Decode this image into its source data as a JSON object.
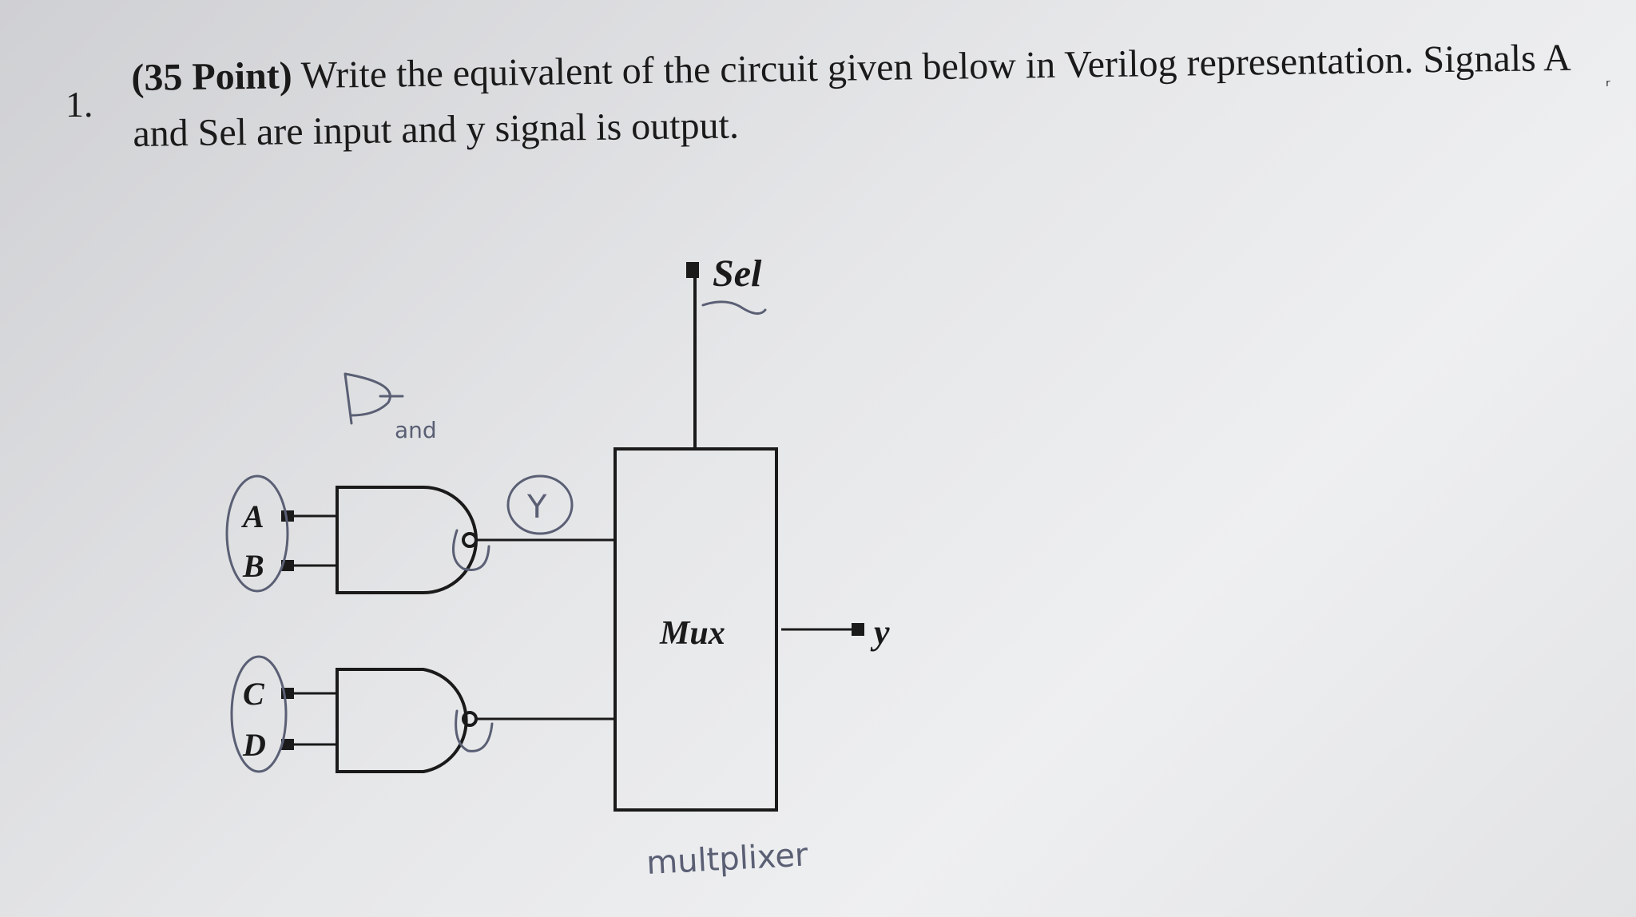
{
  "question": {
    "number": "1.",
    "points": "(35 Point)",
    "text_line1": "Write the equivalent of the circuit given below in Verilog representation. Signals A",
    "text_line2": "and Sel are input and y signal is output."
  },
  "circuit": {
    "select_label": "Sel",
    "mux_label": "Mux",
    "output_label": "y",
    "inputs": [
      "A",
      "B",
      "C",
      "D"
    ]
  },
  "handwriting": {
    "gate_note": "and",
    "wire_note": "Y",
    "mux_note": "multplixer"
  }
}
